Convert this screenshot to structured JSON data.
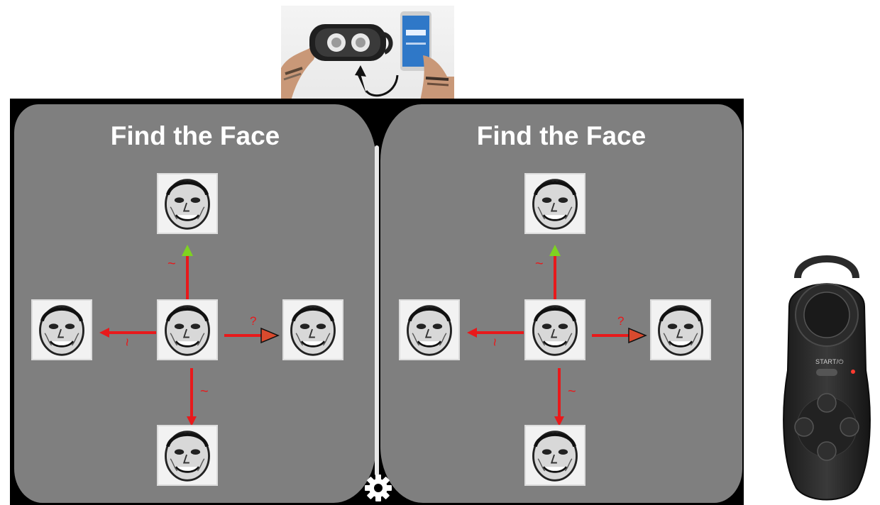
{
  "eyes": {
    "left": {
      "title": "Find the Face"
    },
    "right": {
      "title": "Find the Face"
    }
  },
  "faces": [
    "face-top",
    "face-left",
    "face-center",
    "face-right",
    "face-bottom"
  ],
  "arrow_labels": {
    "up": "~",
    "left": "~",
    "right": "?",
    "down": "~"
  },
  "controller": {
    "start_label": "START/⏻"
  },
  "colors": {
    "frame": "#000000",
    "eye_background": "#7f7f7f",
    "arrow": "#e8191b",
    "up_marker": "#7ed321",
    "center_handle": "#3a7bd5"
  },
  "icons": {
    "settings": "gear-icon"
  }
}
